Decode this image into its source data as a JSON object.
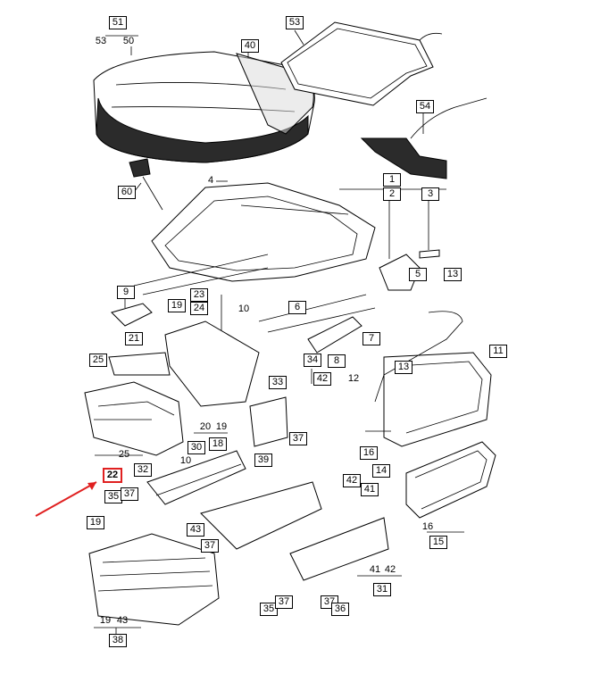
{
  "callouts": [
    {
      "id": "c51",
      "text": "51"
    },
    {
      "id": "c53a",
      "text": "53"
    },
    {
      "id": "c50",
      "text": "50"
    },
    {
      "id": "c40",
      "text": "40"
    },
    {
      "id": "c53",
      "text": "53"
    },
    {
      "id": "c54",
      "text": "54"
    },
    {
      "id": "c4",
      "text": "4"
    },
    {
      "id": "c60",
      "text": "60"
    },
    {
      "id": "c1",
      "text": "1"
    },
    {
      "id": "c2",
      "text": "2"
    },
    {
      "id": "c3",
      "text": "3"
    },
    {
      "id": "c5",
      "text": "5"
    },
    {
      "id": "c13a",
      "text": "13"
    },
    {
      "id": "c9",
      "text": "9"
    },
    {
      "id": "c23",
      "text": "23"
    },
    {
      "id": "c24",
      "text": "24"
    },
    {
      "id": "c19a",
      "text": "19"
    },
    {
      "id": "c10a",
      "text": "10"
    },
    {
      "id": "c6",
      "text": "6"
    },
    {
      "id": "c7",
      "text": "7"
    },
    {
      "id": "c21",
      "text": "21"
    },
    {
      "id": "c25a",
      "text": "25"
    },
    {
      "id": "c8",
      "text": "8"
    },
    {
      "id": "c34",
      "text": "34"
    },
    {
      "id": "c33",
      "text": "33"
    },
    {
      "id": "c42a",
      "text": "42"
    },
    {
      "id": "c11",
      "text": "11"
    },
    {
      "id": "c12",
      "text": "12"
    },
    {
      "id": "c13b",
      "text": "13"
    },
    {
      "id": "c20",
      "text": "20"
    },
    {
      "id": "c19b",
      "text": "19"
    },
    {
      "id": "c18",
      "text": "18"
    },
    {
      "id": "c37a",
      "text": "37"
    },
    {
      "id": "c16a",
      "text": "16"
    },
    {
      "id": "c14",
      "text": "14"
    },
    {
      "id": "c25b",
      "text": "25"
    },
    {
      "id": "c30",
      "text": "30"
    },
    {
      "id": "c10b",
      "text": "10"
    },
    {
      "id": "c22",
      "text": "22"
    },
    {
      "id": "c32",
      "text": "32"
    },
    {
      "id": "c39",
      "text": "39"
    },
    {
      "id": "c35a",
      "text": "35"
    },
    {
      "id": "c37b",
      "text": "37"
    },
    {
      "id": "c42b",
      "text": "42"
    },
    {
      "id": "c41a",
      "text": "41"
    },
    {
      "id": "c19c",
      "text": "19"
    },
    {
      "id": "c43a",
      "text": "43"
    },
    {
      "id": "c37c",
      "text": "37"
    },
    {
      "id": "c16b",
      "text": "16"
    },
    {
      "id": "c15",
      "text": "15"
    },
    {
      "id": "c41b",
      "text": "41"
    },
    {
      "id": "c42c",
      "text": "42"
    },
    {
      "id": "c31",
      "text": "31"
    },
    {
      "id": "c35b",
      "text": "35"
    },
    {
      "id": "c37d",
      "text": "37"
    },
    {
      "id": "c37e",
      "text": "37"
    },
    {
      "id": "c36",
      "text": "36"
    },
    {
      "id": "c19d",
      "text": "19"
    },
    {
      "id": "c43b",
      "text": "43"
    },
    {
      "id": "c38",
      "text": "38"
    }
  ],
  "highlight": {
    "callout": "22",
    "color": "#e02020"
  }
}
